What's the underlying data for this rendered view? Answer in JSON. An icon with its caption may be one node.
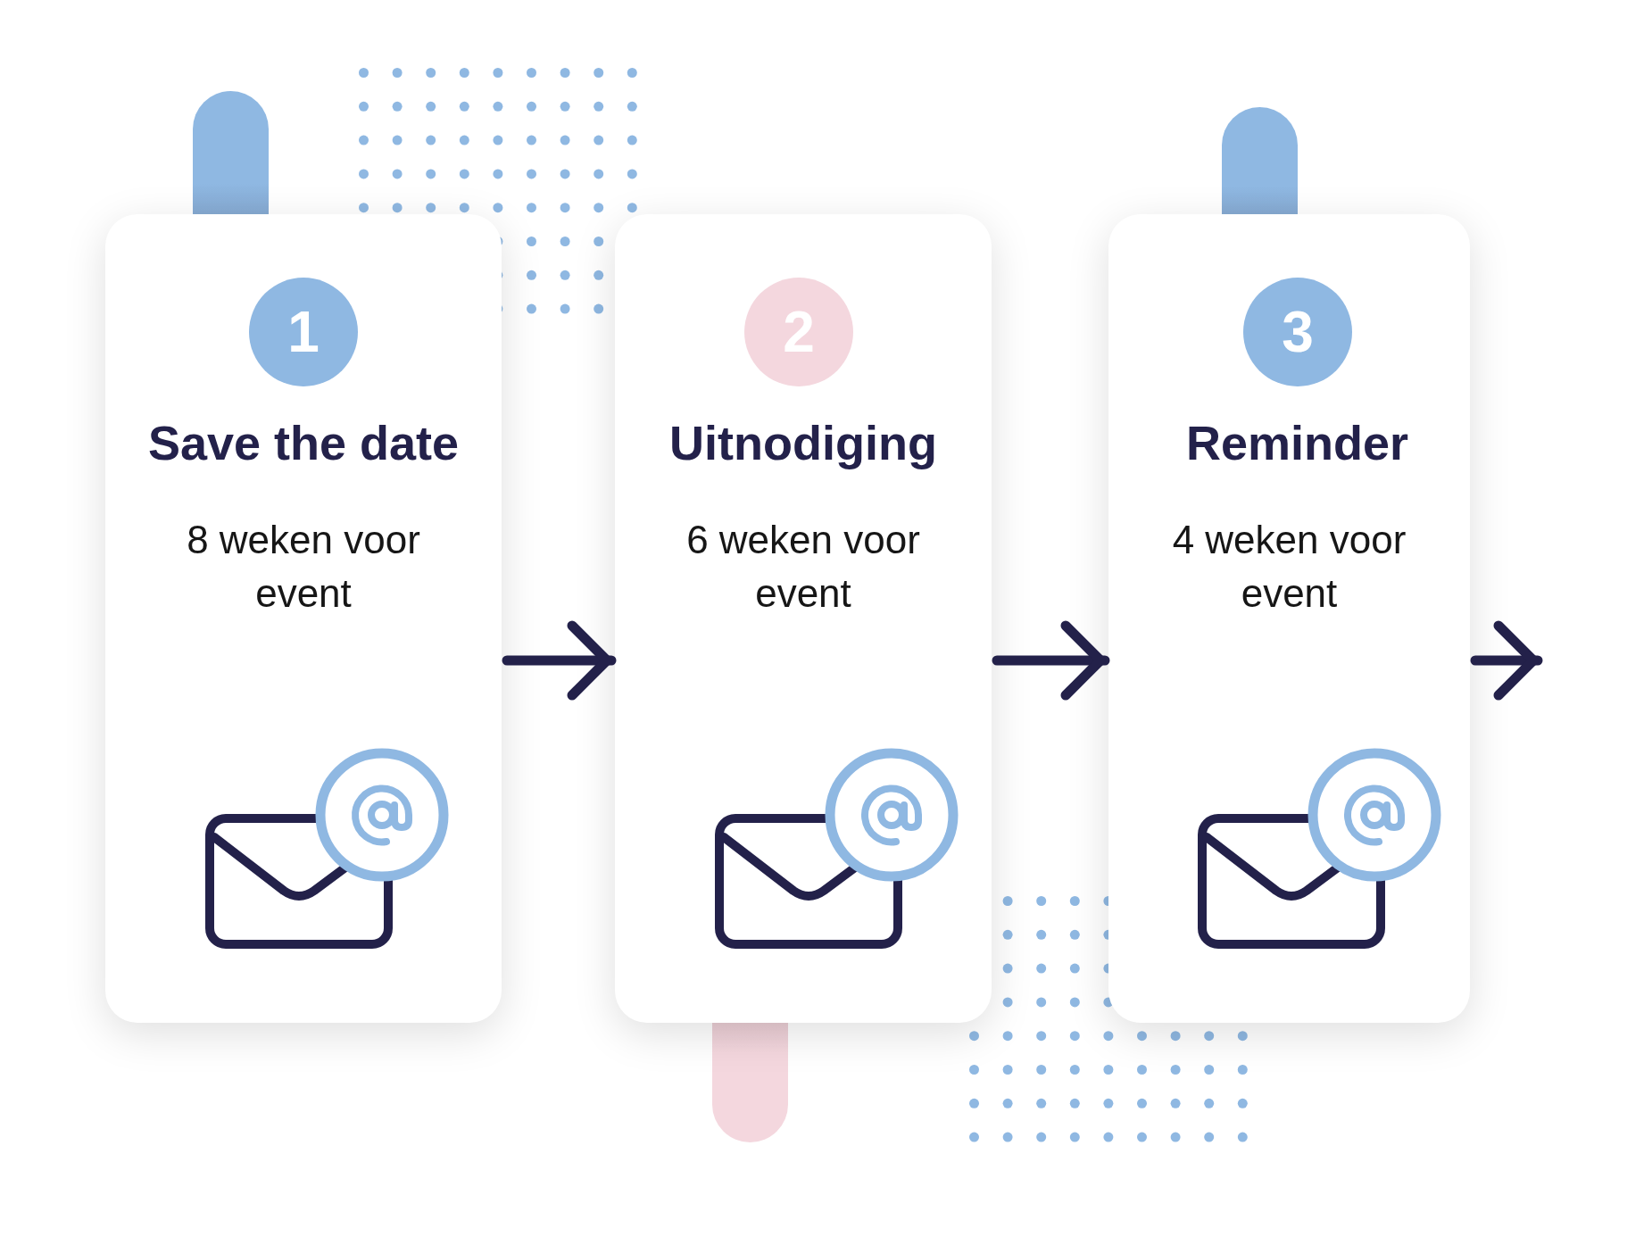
{
  "diagram": {
    "nodes": [
      {
        "text": [
          "Save the date",
          "8 weken voor event"
        ]
      },
      {
        "text": [
          "1"
        ],
        "in": 0
      },
      {
        "text": [
          "Uitnodiging",
          "6 weken voor event"
        ]
      },
      {
        "text": [
          "2"
        ],
        "in": 2
      },
      {
        "text": [
          "Reminder",
          "4 weken voor event"
        ]
      },
      {
        "text": [
          "3"
        ],
        "in": 4
      },
      {
        "text": [],
        "shape": "bar"
      },
      {
        "text": [],
        "shape": "bar"
      },
      {
        "text": [],
        "shape": "bar"
      }
    ],
    "edges": [
      {
        "from": 0,
        "to": 2,
        "arrow": "to"
      },
      {
        "from": 2,
        "to": 4,
        "arrow": "to"
      },
      {
        "from": 4,
        "to": null,
        "arrow": "to"
      }
    ]
  }
}
